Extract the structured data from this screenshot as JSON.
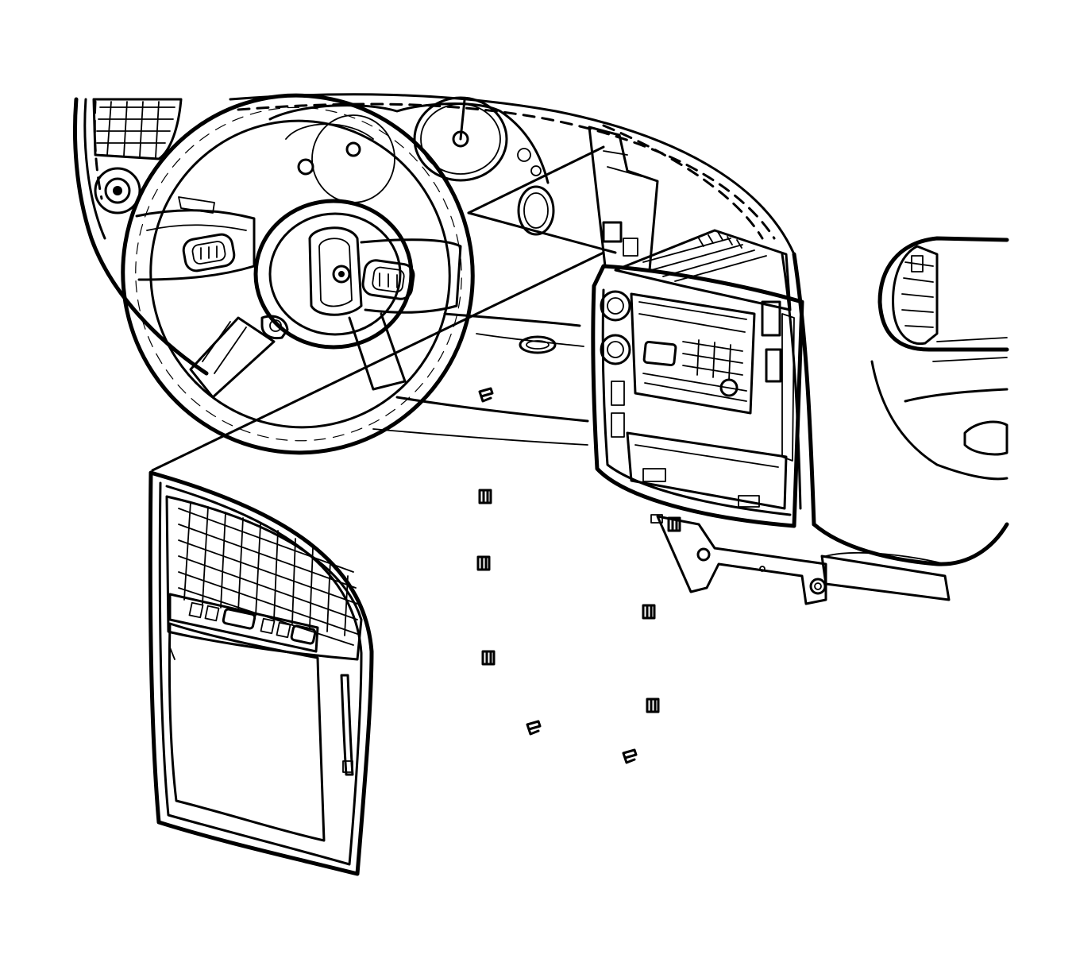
{
  "figure": {
    "type": "exploded-view line drawing",
    "components": [
      {
        "name": "steering-wheel"
      },
      {
        "name": "instrument-cluster"
      },
      {
        "name": "driver-outboard-air-vent"
      },
      {
        "name": "radio-hvac-bezel-assembly"
      },
      {
        "name": "passenger-air-vent"
      },
      {
        "name": "instrument-panel-lower-trim-bezel"
      }
    ],
    "retainer_clip_count": 9,
    "colors": {
      "ink": "#000000",
      "background": "#ffffff"
    }
  }
}
